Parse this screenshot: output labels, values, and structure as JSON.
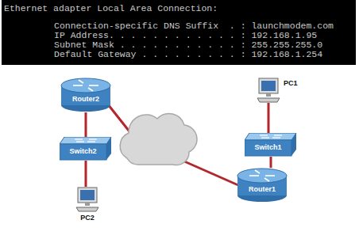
{
  "diagram": {
    "nodes": [
      {
        "text": [
          "Ethernet adapter Local Area Connection:",
          "Connection-specific DNS Suffix  . : launchmodem.com",
          "IP Address. . . . . . . . . . . . : 192.168.1.95",
          "Subnet Mask . . . . . . . . . . . : 255.255.255.0",
          "Default Gateway . . . . . . . . . : 192.168.1.254"
        ]
      },
      {
        "text": [
          "Router2"
        ]
      },
      {
        "text": [
          "PC1"
        ]
      },
      {
        "text": [
          "Switch2"
        ]
      },
      {
        "text": [
          "Switch1"
        ]
      },
      {
        "text": [
          "Router1"
        ]
      },
      {
        "text": [
          "PC2"
        ]
      }
    ],
    "edges": [
      {
        "from": 1,
        "to": 3,
        "arrow": "none"
      },
      {
        "from": 3,
        "to": 6,
        "arrow": "none"
      },
      {
        "from": 2,
        "to": 4,
        "arrow": "none"
      },
      {
        "from": 4,
        "to": 5,
        "arrow": "none"
      }
    ]
  }
}
